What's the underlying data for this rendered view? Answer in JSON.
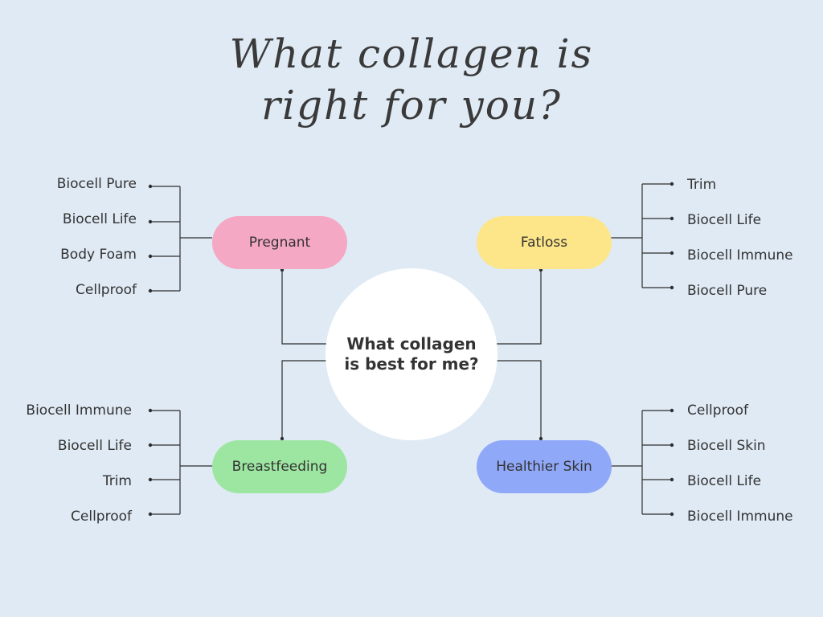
{
  "title": {
    "line1": "What collagen is",
    "line2": "right for you?"
  },
  "center": {
    "line1": "What collagen",
    "line2": "is best for me?"
  },
  "branches": {
    "pregnant": {
      "label": "Pregnant",
      "color": "#f5a8c3",
      "items": [
        "Biocell Pure",
        "Biocell Life",
        "Body Foam",
        "Cellproof"
      ]
    },
    "fatloss": {
      "label": "Fatloss",
      "color": "#fde589",
      "items": [
        "Trim",
        "Biocell Life",
        "Biocell Immune",
        "Biocell Pure"
      ]
    },
    "breastfeeding": {
      "label": "Breastfeeding",
      "color": "#9de6a2",
      "items": [
        "Biocell Immune",
        "Biocell Life",
        "Trim",
        "Cellproof"
      ]
    },
    "healthier_skin": {
      "label": "Healthier Skin",
      "color": "#8fa8f8",
      "items": [
        "Cellproof",
        "Biocell Skin",
        "Biocell Life",
        "Biocell Immune"
      ]
    }
  },
  "line_color": "#2f2f2f"
}
